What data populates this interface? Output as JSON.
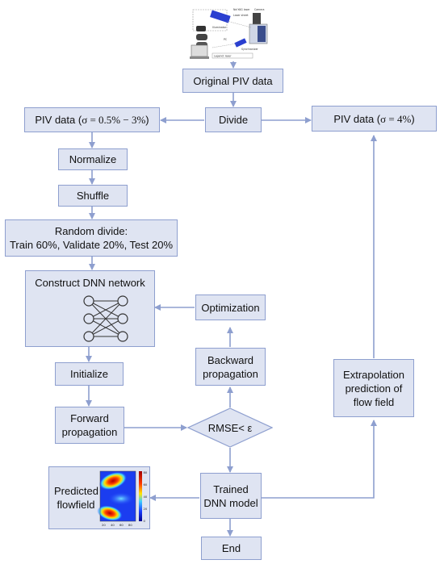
{
  "nodes": {
    "original": "Original PIV data",
    "divide": "Divide",
    "piv_left_text": "PIV data (",
    "piv_left_sigma": "σ = 0.5% − 3%",
    "piv_left_close": ")",
    "piv_right_text": "PIV data (",
    "piv_right_sigma": "σ = 4%",
    "piv_right_close": ")",
    "normalize": "Normalize",
    "shuffle": "Shuffle",
    "random_divide_l1": "Random divide:",
    "random_divide_l2": "Train 60%, Validate 20%, Test 20%",
    "construct": "Construct DNN network",
    "optimization": "Optimization",
    "backward_l1": "Backward",
    "backward_l2": "propagation",
    "initialize": "Initialize",
    "forward_l1": "Forward",
    "forward_l2": "propagation",
    "rmse": "RMSE< ε",
    "extrap_l1": "Extrapolation",
    "extrap_l2": "prediction of",
    "extrap_l3": "flow field",
    "predicted_l1": "Predicted",
    "predicted_l2": "flowfield",
    "trained_l1": "Trained",
    "trained_l2": "DNN model",
    "end": "End"
  },
  "setup_labels": [
    "Nd:YAG laser",
    "Camera",
    "Laser sheet",
    "Illuminator",
    "Synchronizer",
    "PC",
    "Legend: laser"
  ],
  "flowfield_plot": {
    "x_ticks": [
      "20",
      "40",
      "60",
      "80"
    ],
    "colorbar_ticks": [
      "80",
      "60",
      "40",
      "20",
      "0"
    ]
  },
  "colors": {
    "box_fill": "#dfe4f2",
    "box_border": "#8e9fcf",
    "arrow": "#8e9fcf"
  }
}
